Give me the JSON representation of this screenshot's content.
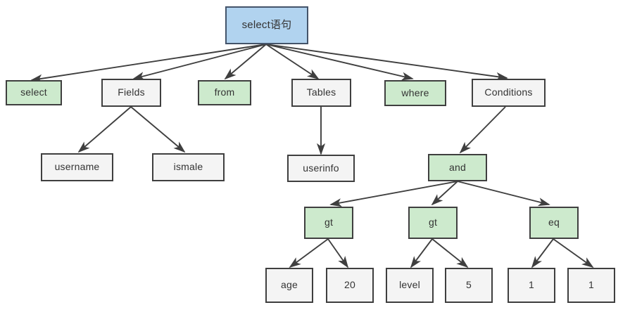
{
  "diagram": {
    "type": "tree",
    "title": "select语句 parse tree",
    "background_color": "#ffffff",
    "edge_color": "#3f3f3f",
    "palette": {
      "root_fill": "#b1d3ef",
      "keyword_fill": "#cdeacd",
      "plain_fill": "#f4f4f4",
      "border": "#3f3f3f",
      "text": "#333333"
    },
    "nodes": {
      "root": {
        "label": "select语句",
        "style": "blue"
      },
      "select": {
        "label": "select",
        "style": "green"
      },
      "fields": {
        "label": "Fields",
        "style": "plain"
      },
      "from": {
        "label": "from",
        "style": "green"
      },
      "tables": {
        "label": "Tables",
        "style": "plain"
      },
      "where": {
        "label": "where",
        "style": "green"
      },
      "conditions": {
        "label": "Conditions",
        "style": "plain"
      },
      "username": {
        "label": "username",
        "style": "plain"
      },
      "ismale": {
        "label": "ismale",
        "style": "plain"
      },
      "userinfo": {
        "label": "userinfo",
        "style": "plain"
      },
      "and": {
        "label": "and",
        "style": "green"
      },
      "gt1": {
        "label": "gt",
        "style": "green"
      },
      "gt2": {
        "label": "gt",
        "style": "green"
      },
      "eq1": {
        "label": "eq",
        "style": "green"
      },
      "age": {
        "label": "age",
        "style": "plain"
      },
      "twenty": {
        "label": "20",
        "style": "plain"
      },
      "level": {
        "label": "level",
        "style": "plain"
      },
      "five": {
        "label": "5",
        "style": "plain"
      },
      "one_left": {
        "label": "1",
        "style": "plain"
      },
      "one_right": {
        "label": "1",
        "style": "plain"
      }
    }
  }
}
